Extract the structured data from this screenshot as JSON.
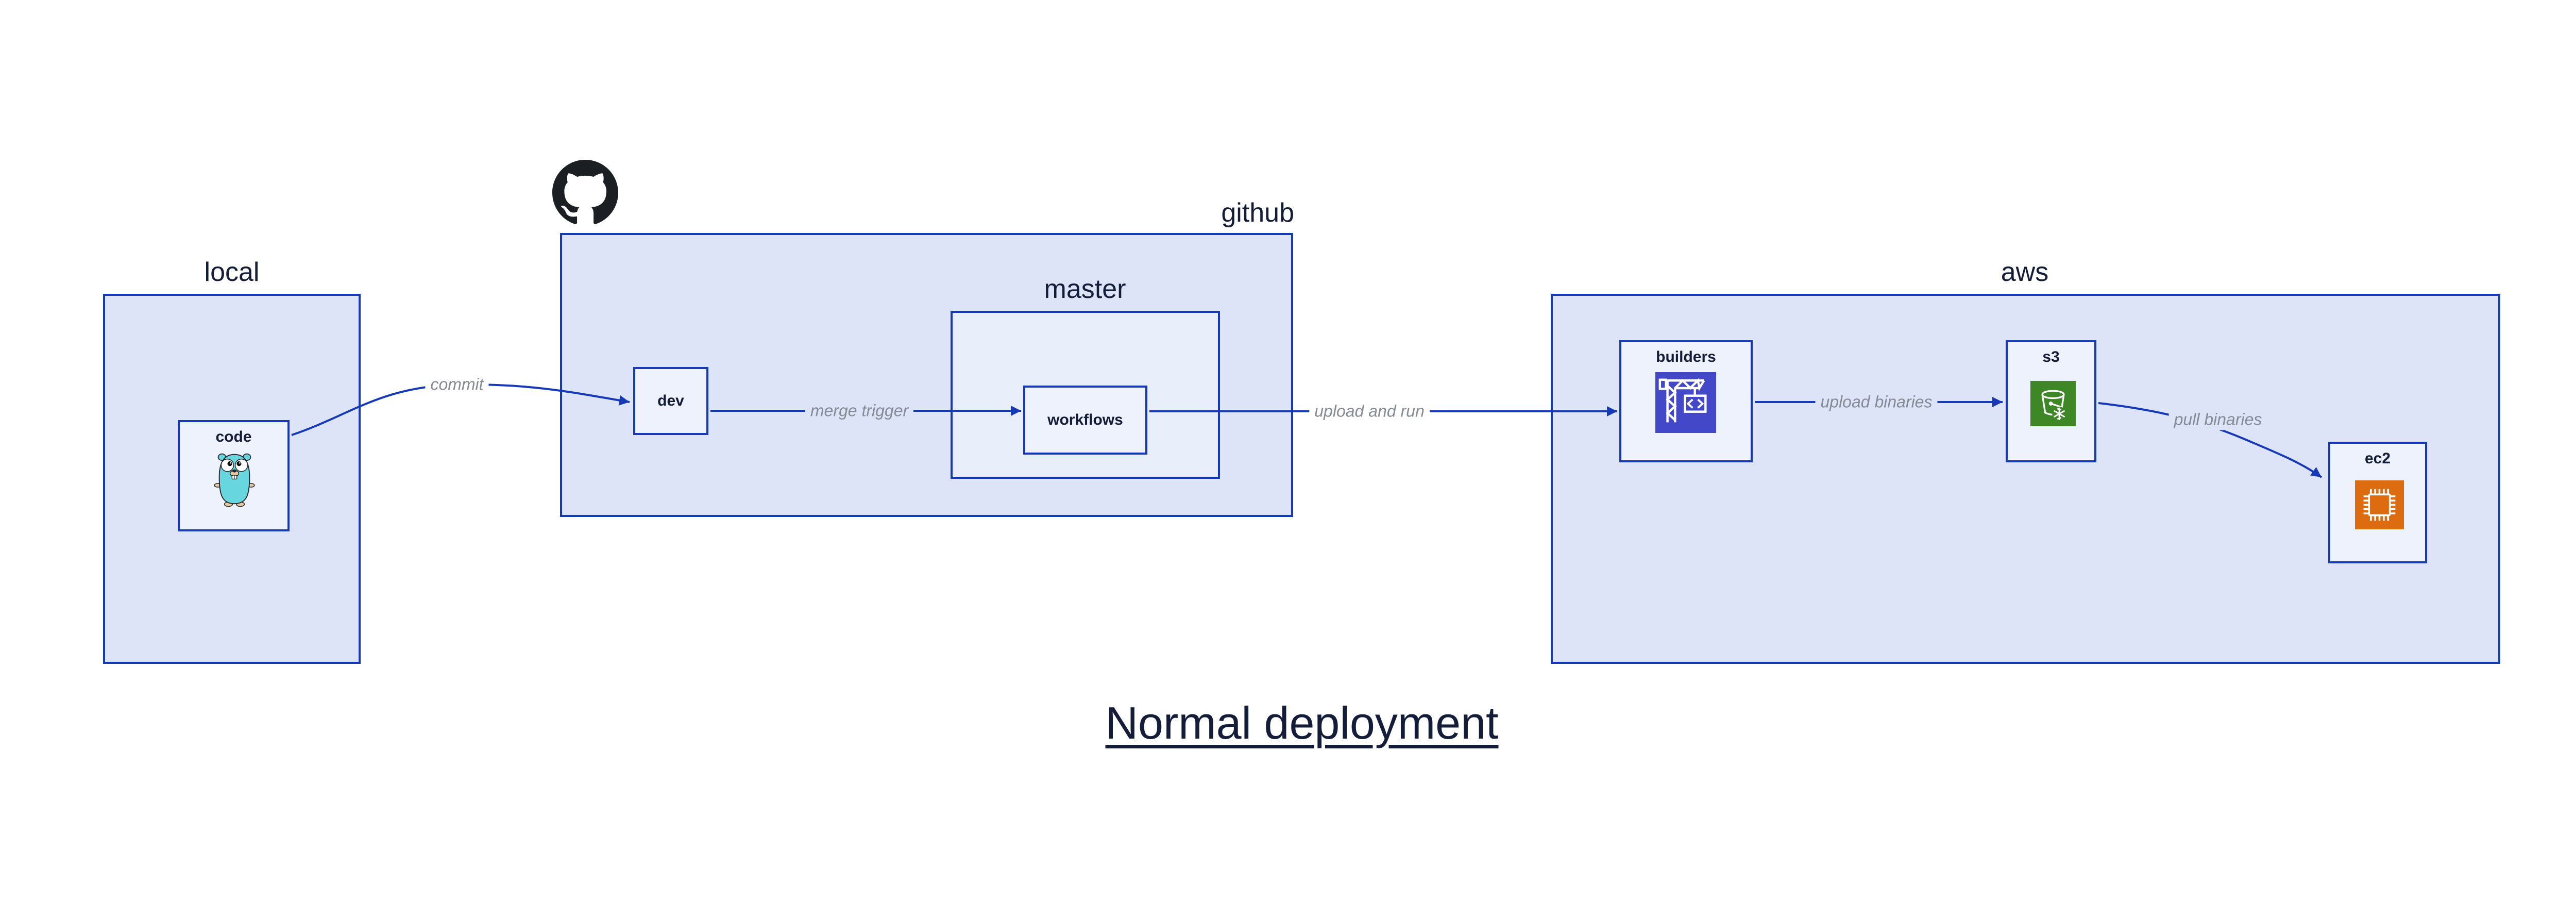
{
  "diagram_title": "Normal deployment",
  "containers": {
    "local": {
      "title": "local"
    },
    "github": {
      "title": "github"
    },
    "master": {
      "title": "master"
    },
    "aws": {
      "title": "aws"
    }
  },
  "nodes": {
    "code": {
      "label": "code",
      "icon": "go-gopher-icon"
    },
    "dev": {
      "label": "dev"
    },
    "workflows": {
      "label": "workflows"
    },
    "builders": {
      "label": "builders",
      "icon": "codebuild-crane-icon",
      "icon_bg": "#4348c8"
    },
    "s3": {
      "label": "s3",
      "icon": "s3-bucket-icon",
      "icon_bg": "#3e8727"
    },
    "ec2": {
      "label": "ec2",
      "icon": "ec2-chip-icon",
      "icon_bg": "#dd6b10"
    }
  },
  "edges": {
    "commit": {
      "label": "commit",
      "from": "code",
      "to": "dev"
    },
    "merge_trigger": {
      "label": "merge trigger",
      "from": "dev",
      "to": "workflows"
    },
    "upload_and_run": {
      "label": "upload and run",
      "from": "workflows",
      "to": "builders"
    },
    "upload_binaries": {
      "label": "upload binaries",
      "from": "builders",
      "to": "s3"
    },
    "pull_binaries": {
      "label": "pull binaries",
      "from": "s3",
      "to": "ec2"
    }
  },
  "icons": {
    "github_logo": "github-octocat-icon"
  },
  "colors": {
    "border_blue": "#1639b8",
    "container_fill": "#dde4f8",
    "master_fill": "#e9eefb",
    "node_fill": "#eef2fc",
    "text_navy": "#131c38",
    "edge_label_gray": "#868a93",
    "github_black": "#1b1f23",
    "codebuild_indigo": "#4348c8",
    "s3_green": "#3e8727",
    "ec2_orange": "#dd6b10",
    "gopher_teal": "#67d6de"
  }
}
